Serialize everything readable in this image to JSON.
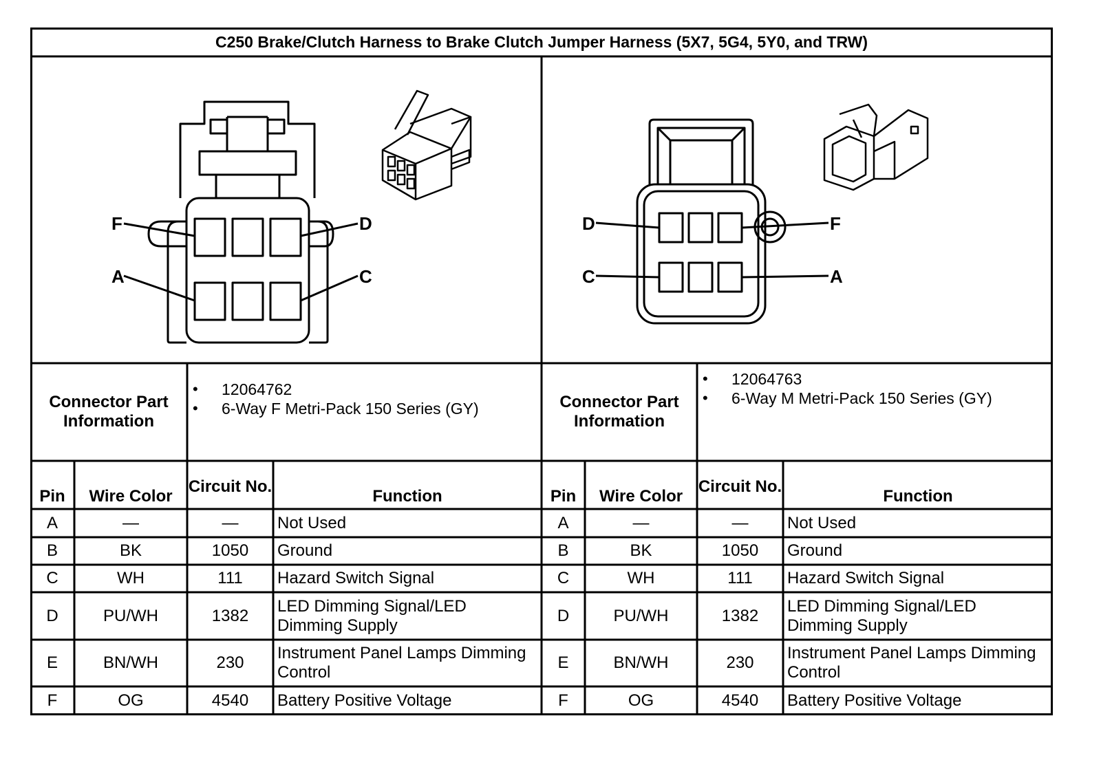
{
  "title": "C250 Brake/Clutch Harness to Brake Clutch Jumper Harness (5X7, 5G4, 5Y0, and TRW)",
  "left": {
    "pin_labels": {
      "f": "F",
      "d": "D",
      "a": "A",
      "c": "C"
    },
    "connector_info_label": "Connector Part Information",
    "part_info": [
      "12064762",
      "6-Way F Metri-Pack 150 Series (GY)"
    ],
    "headers": {
      "pin": "Pin",
      "wire_color": "Wire Color",
      "circuit": "Circuit No.",
      "function": "Function"
    },
    "rows": [
      {
        "pin": "A",
        "color": "—",
        "circuit": "—",
        "function": "Not Used"
      },
      {
        "pin": "B",
        "color": "BK",
        "circuit": "1050",
        "function": "Ground"
      },
      {
        "pin": "C",
        "color": "WH",
        "circuit": "111",
        "function": "Hazard Switch Signal"
      },
      {
        "pin": "D",
        "color": "PU/WH",
        "circuit": "1382",
        "function": "LED Dimming Signal/LED Dimming Supply"
      },
      {
        "pin": "E",
        "color": "BN/WH",
        "circuit": "230",
        "function": "Instrument Panel Lamps Dimming Control"
      },
      {
        "pin": "F",
        "color": "OG",
        "circuit": "4540",
        "function": "Battery Positive Voltage"
      }
    ]
  },
  "right": {
    "pin_labels": {
      "d": "D",
      "f": "F",
      "c": "C",
      "a": "A"
    },
    "connector_info_label": "Connector Part Information",
    "part_info": [
      "12064763",
      "6-Way M Metri-Pack 150 Series (GY)"
    ],
    "headers": {
      "pin": "Pin",
      "wire_color": "Wire Color",
      "circuit": "Circuit No.",
      "function": "Function"
    },
    "rows": [
      {
        "pin": "A",
        "color": "—",
        "circuit": "—",
        "function": "Not Used"
      },
      {
        "pin": "B",
        "color": "BK",
        "circuit": "1050",
        "function": "Ground"
      },
      {
        "pin": "C",
        "color": "WH",
        "circuit": "111",
        "function": "Hazard Switch Signal"
      },
      {
        "pin": "D",
        "color": "PU/WH",
        "circuit": "1382",
        "function": "LED Dimming Signal/LED Dimming Supply"
      },
      {
        "pin": "E",
        "color": "BN/WH",
        "circuit": "230",
        "function": "Instrument Panel Lamps Dimming Control"
      },
      {
        "pin": "F",
        "color": "OG",
        "circuit": "4540",
        "function": "Battery Positive Voltage"
      }
    ]
  }
}
